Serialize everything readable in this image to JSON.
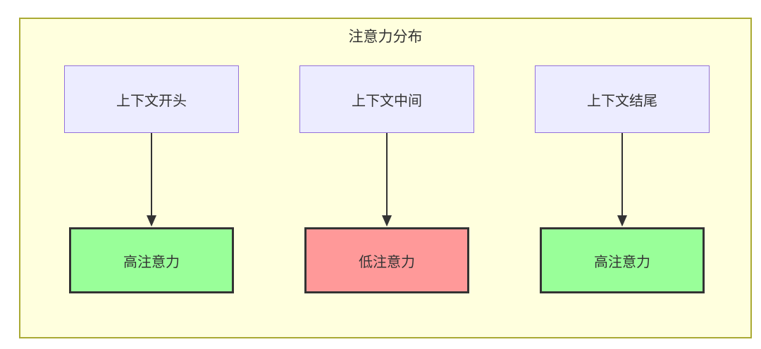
{
  "diagram": {
    "title": "注意力分布",
    "columns": [
      {
        "source": {
          "label": "上下文开头"
        },
        "result": {
          "label": "高注意力",
          "level": "high"
        }
      },
      {
        "source": {
          "label": "上下文中间"
        },
        "result": {
          "label": "低注意力",
          "level": "low"
        }
      },
      {
        "source": {
          "label": "上下文结尾"
        },
        "result": {
          "label": "高注意力",
          "level": "high"
        }
      }
    ],
    "edges": [
      {
        "from": "上下文开头",
        "to": "高注意力"
      },
      {
        "from": "上下文中间",
        "to": "低注意力"
      },
      {
        "from": "上下文结尾",
        "to": "高注意力"
      }
    ]
  },
  "colors": {
    "subgraph-fill": "#ffffde",
    "subgraph-stroke": "#aaaa33",
    "source-fill": "#ececff",
    "source-stroke": "#9370db",
    "high-fill": "#99ff99",
    "low-fill": "#ff9999",
    "result-stroke": "#333333",
    "arrow-color": "#333333",
    "text-color": "#333333"
  }
}
